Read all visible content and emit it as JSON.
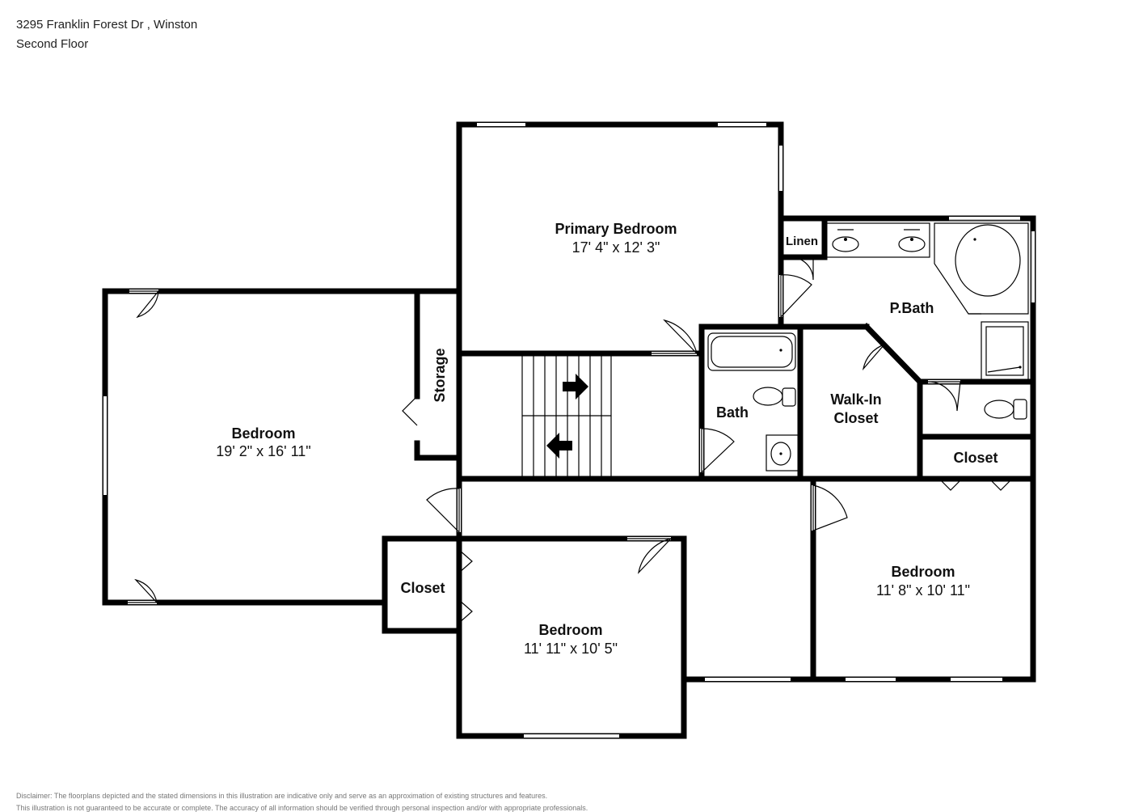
{
  "header": {
    "address": "3295 Franklin Forest Dr , Winston",
    "floor": "Second Floor"
  },
  "rooms": {
    "primary_bedroom": {
      "name": "Primary Bedroom",
      "dims": "17' 4\" x 12' 3\""
    },
    "bedroom_left": {
      "name": "Bedroom",
      "dims": "19' 2\" x 16' 11\""
    },
    "bedroom_bottom": {
      "name": "Bedroom",
      "dims": "11' 11\" x 10' 5\""
    },
    "bedroom_right": {
      "name": "Bedroom",
      "dims": "11' 8\" x 10' 11\""
    },
    "storage": {
      "name": "Storage"
    },
    "linen": {
      "name": "Linen"
    },
    "pbath": {
      "name": "P.Bath"
    },
    "bath": {
      "name": "Bath"
    },
    "walkin": {
      "name": "Walk-In\nCloset",
      "line1": "Walk-In",
      "line2": "Closet"
    },
    "closet_right": {
      "name": "Closet"
    },
    "closet_left": {
      "name": "Closet"
    }
  },
  "disclaimer": {
    "line1": "Disclaimer: The floorplans depicted and the stated dimensions in this illustration are indicative only and serve as an approximation of existing structures and features.",
    "line2": "This illustration is not guaranteed to be accurate or complete. The accuracy of all information should be verified through personal inspection and/or with appropriate professionals."
  }
}
